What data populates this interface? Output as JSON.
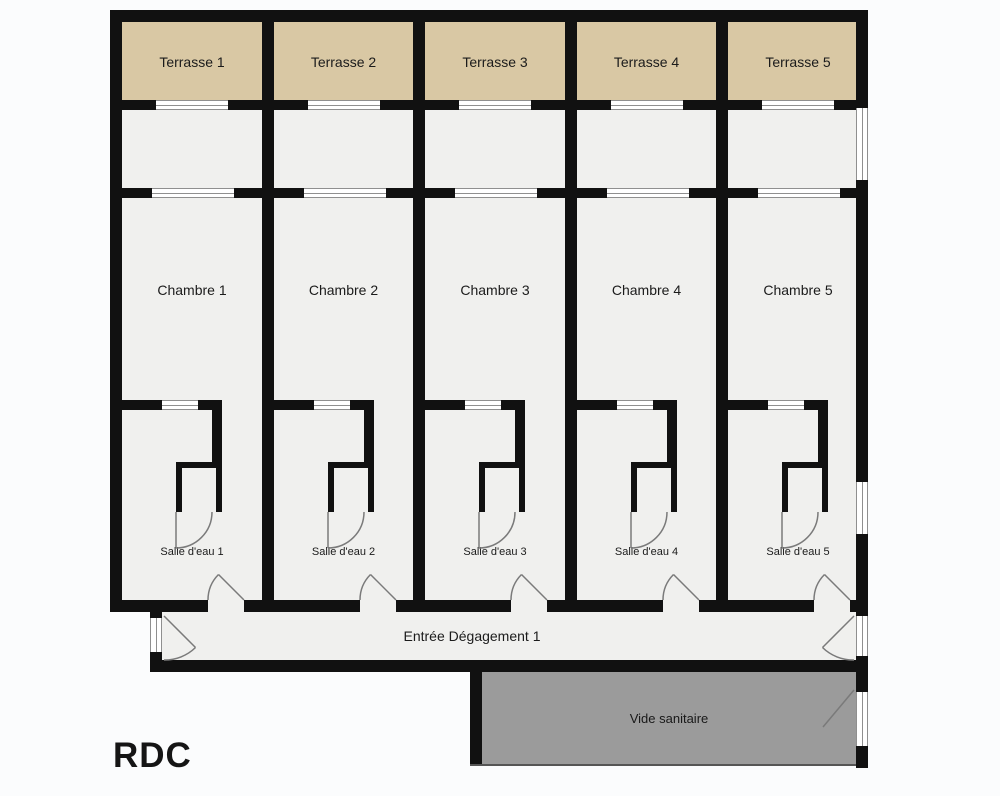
{
  "colors": {
    "background": "#fbfcfd",
    "wall": "#111111",
    "floor": "#f0f0ee",
    "terrace": "#d9c8a4",
    "crawlspace": "#9b9b9b"
  },
  "units": [
    {
      "terrace": "Terrasse 1",
      "chamber": "Chambre 1",
      "bathroom": "Salle d'eau 1"
    },
    {
      "terrace": "Terrasse 2",
      "chamber": "Chambre 2",
      "bathroom": "Salle d'eau 2"
    },
    {
      "terrace": "Terrasse 3",
      "chamber": "Chambre 3",
      "bathroom": "Salle d'eau 3"
    },
    {
      "terrace": "Terrasse 4",
      "chamber": "Chambre 4",
      "bathroom": "Salle d'eau 4"
    },
    {
      "terrace": "Terrasse 5",
      "chamber": "Chambre 5",
      "bathroom": "Salle d'eau 5"
    }
  ],
  "hallway": {
    "label": "Entrée Dégagement 1"
  },
  "crawlspace": {
    "label": "Vide sanitaire"
  },
  "floor_label": "RDC"
}
